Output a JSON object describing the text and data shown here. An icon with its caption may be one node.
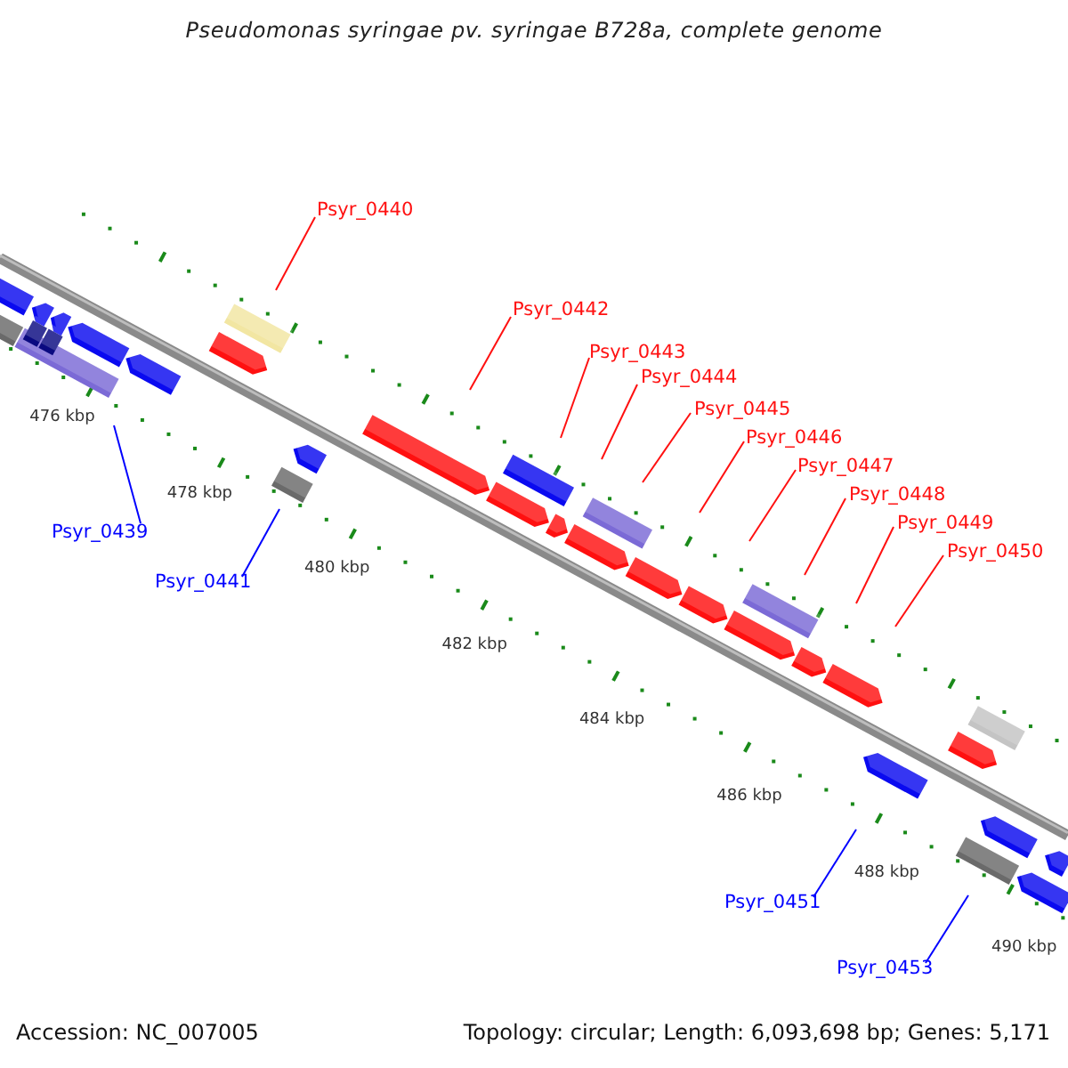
{
  "diagram": {
    "title": "Pseudomonas syringae pv. syringae B728a, complete genome",
    "nodes": [
      {
        "text": [
          "Psyr_0440"
        ]
      },
      {
        "text": [
          "Psyr_0442"
        ]
      },
      {
        "text": [
          "Psyr_0443"
        ]
      },
      {
        "text": [
          "Psyr_0444"
        ]
      },
      {
        "text": [
          "Psyr_0445"
        ]
      },
      {
        "text": [
          "Psyr_0446"
        ]
      },
      {
        "text": [
          "Psyr_0447"
        ]
      },
      {
        "text": [
          "Psyr_0448"
        ]
      },
      {
        "text": [
          "Psyr_0449"
        ]
      },
      {
        "text": [
          "Psyr_0450"
        ]
      },
      {
        "text": [
          "Psyr_0439"
        ]
      },
      {
        "text": [
          "Psyr_0441"
        ]
      },
      {
        "text": [
          "Psyr_0451"
        ]
      },
      {
        "text": [
          "Psyr_0453"
        ]
      }
    ],
    "edges": [
      {
        "from": 0,
        "to": null,
        "arrow": "none"
      },
      {
        "from": 1,
        "to": null,
        "arrow": "none"
      },
      {
        "from": 2,
        "to": null,
        "arrow": "none"
      },
      {
        "from": 3,
        "to": null,
        "arrow": "none"
      },
      {
        "from": 4,
        "to": null,
        "arrow": "none"
      },
      {
        "from": 5,
        "to": null,
        "arrow": "none"
      },
      {
        "from": 6,
        "to": null,
        "arrow": "none"
      },
      {
        "from": 7,
        "to": null,
        "arrow": "none"
      },
      {
        "from": 8,
        "to": null,
        "arrow": "none"
      },
      {
        "from": 9,
        "to": null,
        "arrow": "none"
      },
      {
        "from": 10,
        "to": null,
        "arrow": "none",
        "color": "#0000ff"
      },
      {
        "from": 11,
        "to": null,
        "arrow": "none",
        "color": "#0000ff"
      },
      {
        "from": 12,
        "to": null,
        "arrow": "none",
        "color": "#0000ff"
      },
      {
        "from": 13,
        "to": null,
        "arrow": "none",
        "color": "#0000ff"
      }
    ],
    "labels": [
      "476 kbp",
      "478 kbp",
      "480 kbp",
      "482 kbp",
      "484 kbp",
      "486 kbp",
      "488 kbp",
      "490 kbp",
      "Accession: NC_007005",
      "Topology: circular; Length: 6,093,698 bp; Genes: 5,171"
    ]
  }
}
